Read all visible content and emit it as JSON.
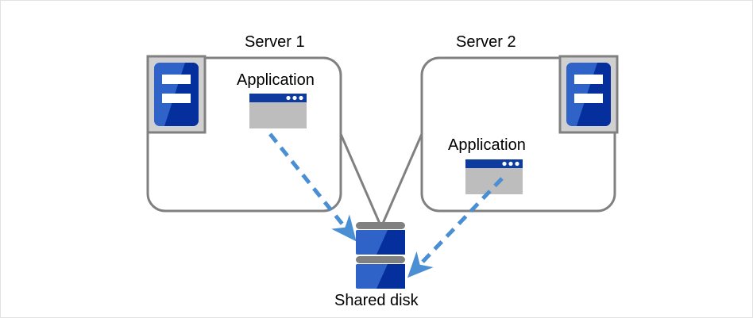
{
  "diagram": {
    "type": "cluster-shared-disk-architecture",
    "nodes": {
      "server1": {
        "title": "Server 1",
        "app_label": "Application",
        "server_icon_name": "server-icon",
        "app_icon_name": "application-window-icon"
      },
      "server2": {
        "title": "Server 2",
        "app_label": "Application",
        "server_icon_name": "server-icon",
        "app_icon_name": "application-window-icon"
      },
      "storage": {
        "title": "Shared disk",
        "icon_name": "shared-disk-icon",
        "block_count": 2
      }
    },
    "connections": [
      {
        "from": "server1",
        "to": "storage",
        "style": "solid",
        "color": "#808080"
      },
      {
        "from": "server2",
        "to": "storage",
        "style": "solid",
        "color": "#808080"
      },
      {
        "from": "server1-application",
        "to": "storage",
        "style": "dashed-arrow",
        "color": "#4a8fd4"
      },
      {
        "from": "server2-application",
        "to": "storage",
        "style": "dashed-arrow",
        "color": "#4a8fd4"
      }
    ]
  },
  "colors": {
    "outline_gray": "#808080",
    "icon_frame_gray": "#d0d0d0",
    "blue_light": "#2f63c8",
    "blue_dark": "#062f9e",
    "titlebar_blue": "#0d3b9e",
    "window_body_gray": "#bdbdbd",
    "arrow_blue": "#4a8fd4",
    "disk_bar_gray": "#808080",
    "page_border": "#e2e2e2",
    "text_black": "#000000"
  }
}
